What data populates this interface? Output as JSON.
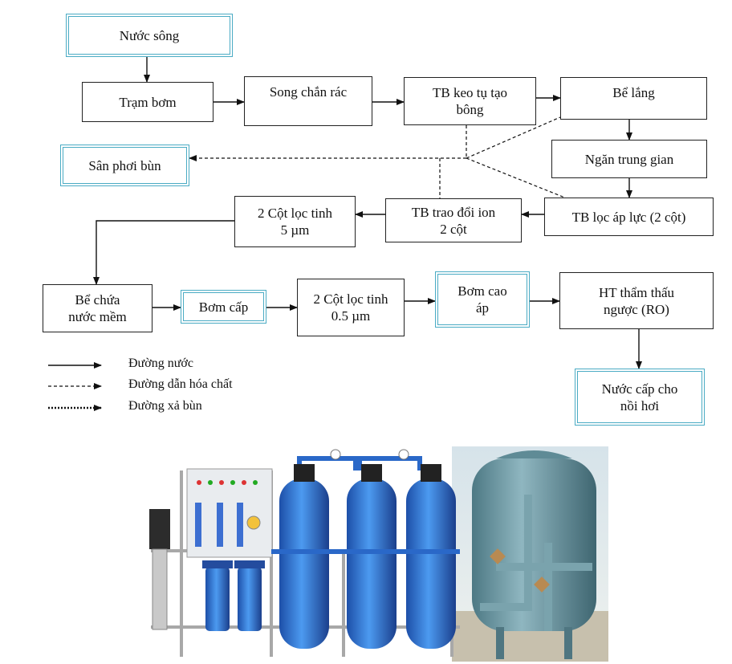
{
  "nodes": {
    "nuoc_song": "Nước sông",
    "tram_bom": "Trạm bơm",
    "song_chan_rac": "Song chắn rác",
    "keo_tu": "TB keo tụ tạo\nbông",
    "be_lang": "Bể lắng",
    "ngan_trung_gian": "Ngăn trung gian",
    "san_phoi_bun": "Sân phơi bùn",
    "loc_ap_luc": "TB lọc áp lực (2 cột)",
    "trao_doi_ion": "TB trao đổi ion\n2 cột",
    "loc_tinh_5": "2 Cột lọc tinh\n5 µm",
    "be_chua": "Bể chứa\nnước mềm",
    "bom_cap": "Bơm cấp",
    "loc_tinh_05": "2 Cột lọc tinh\n0.5 µm",
    "bom_cao_ap": "Bơm cao\náp",
    "ro": "HT thẩm thấu\nngược (RO)",
    "nuoc_cap": "Nước cấp cho\nnồi hơi"
  },
  "legend": {
    "water": "Đường nước",
    "chemical": "Đường dẫn hóa chất",
    "sludge": "Đường xả bùn"
  },
  "colors": {
    "teal_border": "#4aabc4",
    "line": "#111111",
    "tank_blue": "#2f74d0",
    "steel_tank": "#6e9aa6"
  }
}
